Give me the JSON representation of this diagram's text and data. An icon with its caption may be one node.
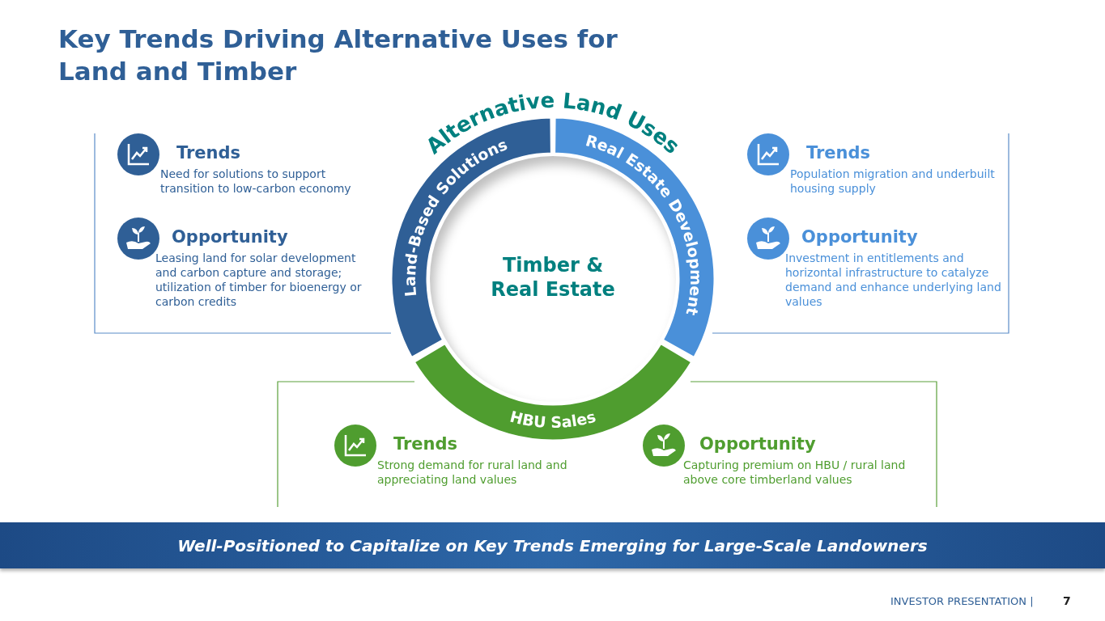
{
  "diagram": {
    "title": "Key Trends Driving Alternative Uses for Land and Timber",
    "nodes": [
      {
        "text": [
          "Land-Based Solutions"
        ]
      },
      {
        "text": [
          "Real Estate Development"
        ]
      },
      {
        "text": [
          "HBU Sales"
        ]
      },
      {
        "text": [
          "Timber & Real Estate"
        ]
      },
      {
        "text": [
          "Trends",
          "Need for solutions to support transition to low-carbon economy"
        ]
      },
      {
        "text": [
          "Opportunity",
          "Leasing land for solar development and carbon capture and storage; utilization of timber for bioenergy or carbon credits"
        ]
      },
      {
        "text": [
          "Trends",
          "Population migration and underbuilt housing supply"
        ]
      },
      {
        "text": [
          "Opportunity",
          "Investment in entitlements and horizontal infrastructure to catalyze demand and enhance underlying land values"
        ]
      },
      {
        "text": [
          "Trends",
          "Strong demand for rural land and appreciating land values"
        ]
      },
      {
        "text": [
          "Opportunity",
          "Capturing premium on HBU / rural land above core timberland values"
        ]
      },
      {
        "text": [
          "Well-Positioned to Capitalize on Key Trends Emerging for Large-Scale Landowners"
        ]
      }
    ],
    "edges": [],
    "labels": [
      "Alternative Land Uses",
      "INVESTOR PRESENTATION |",
      "7"
    ]
  }
}
